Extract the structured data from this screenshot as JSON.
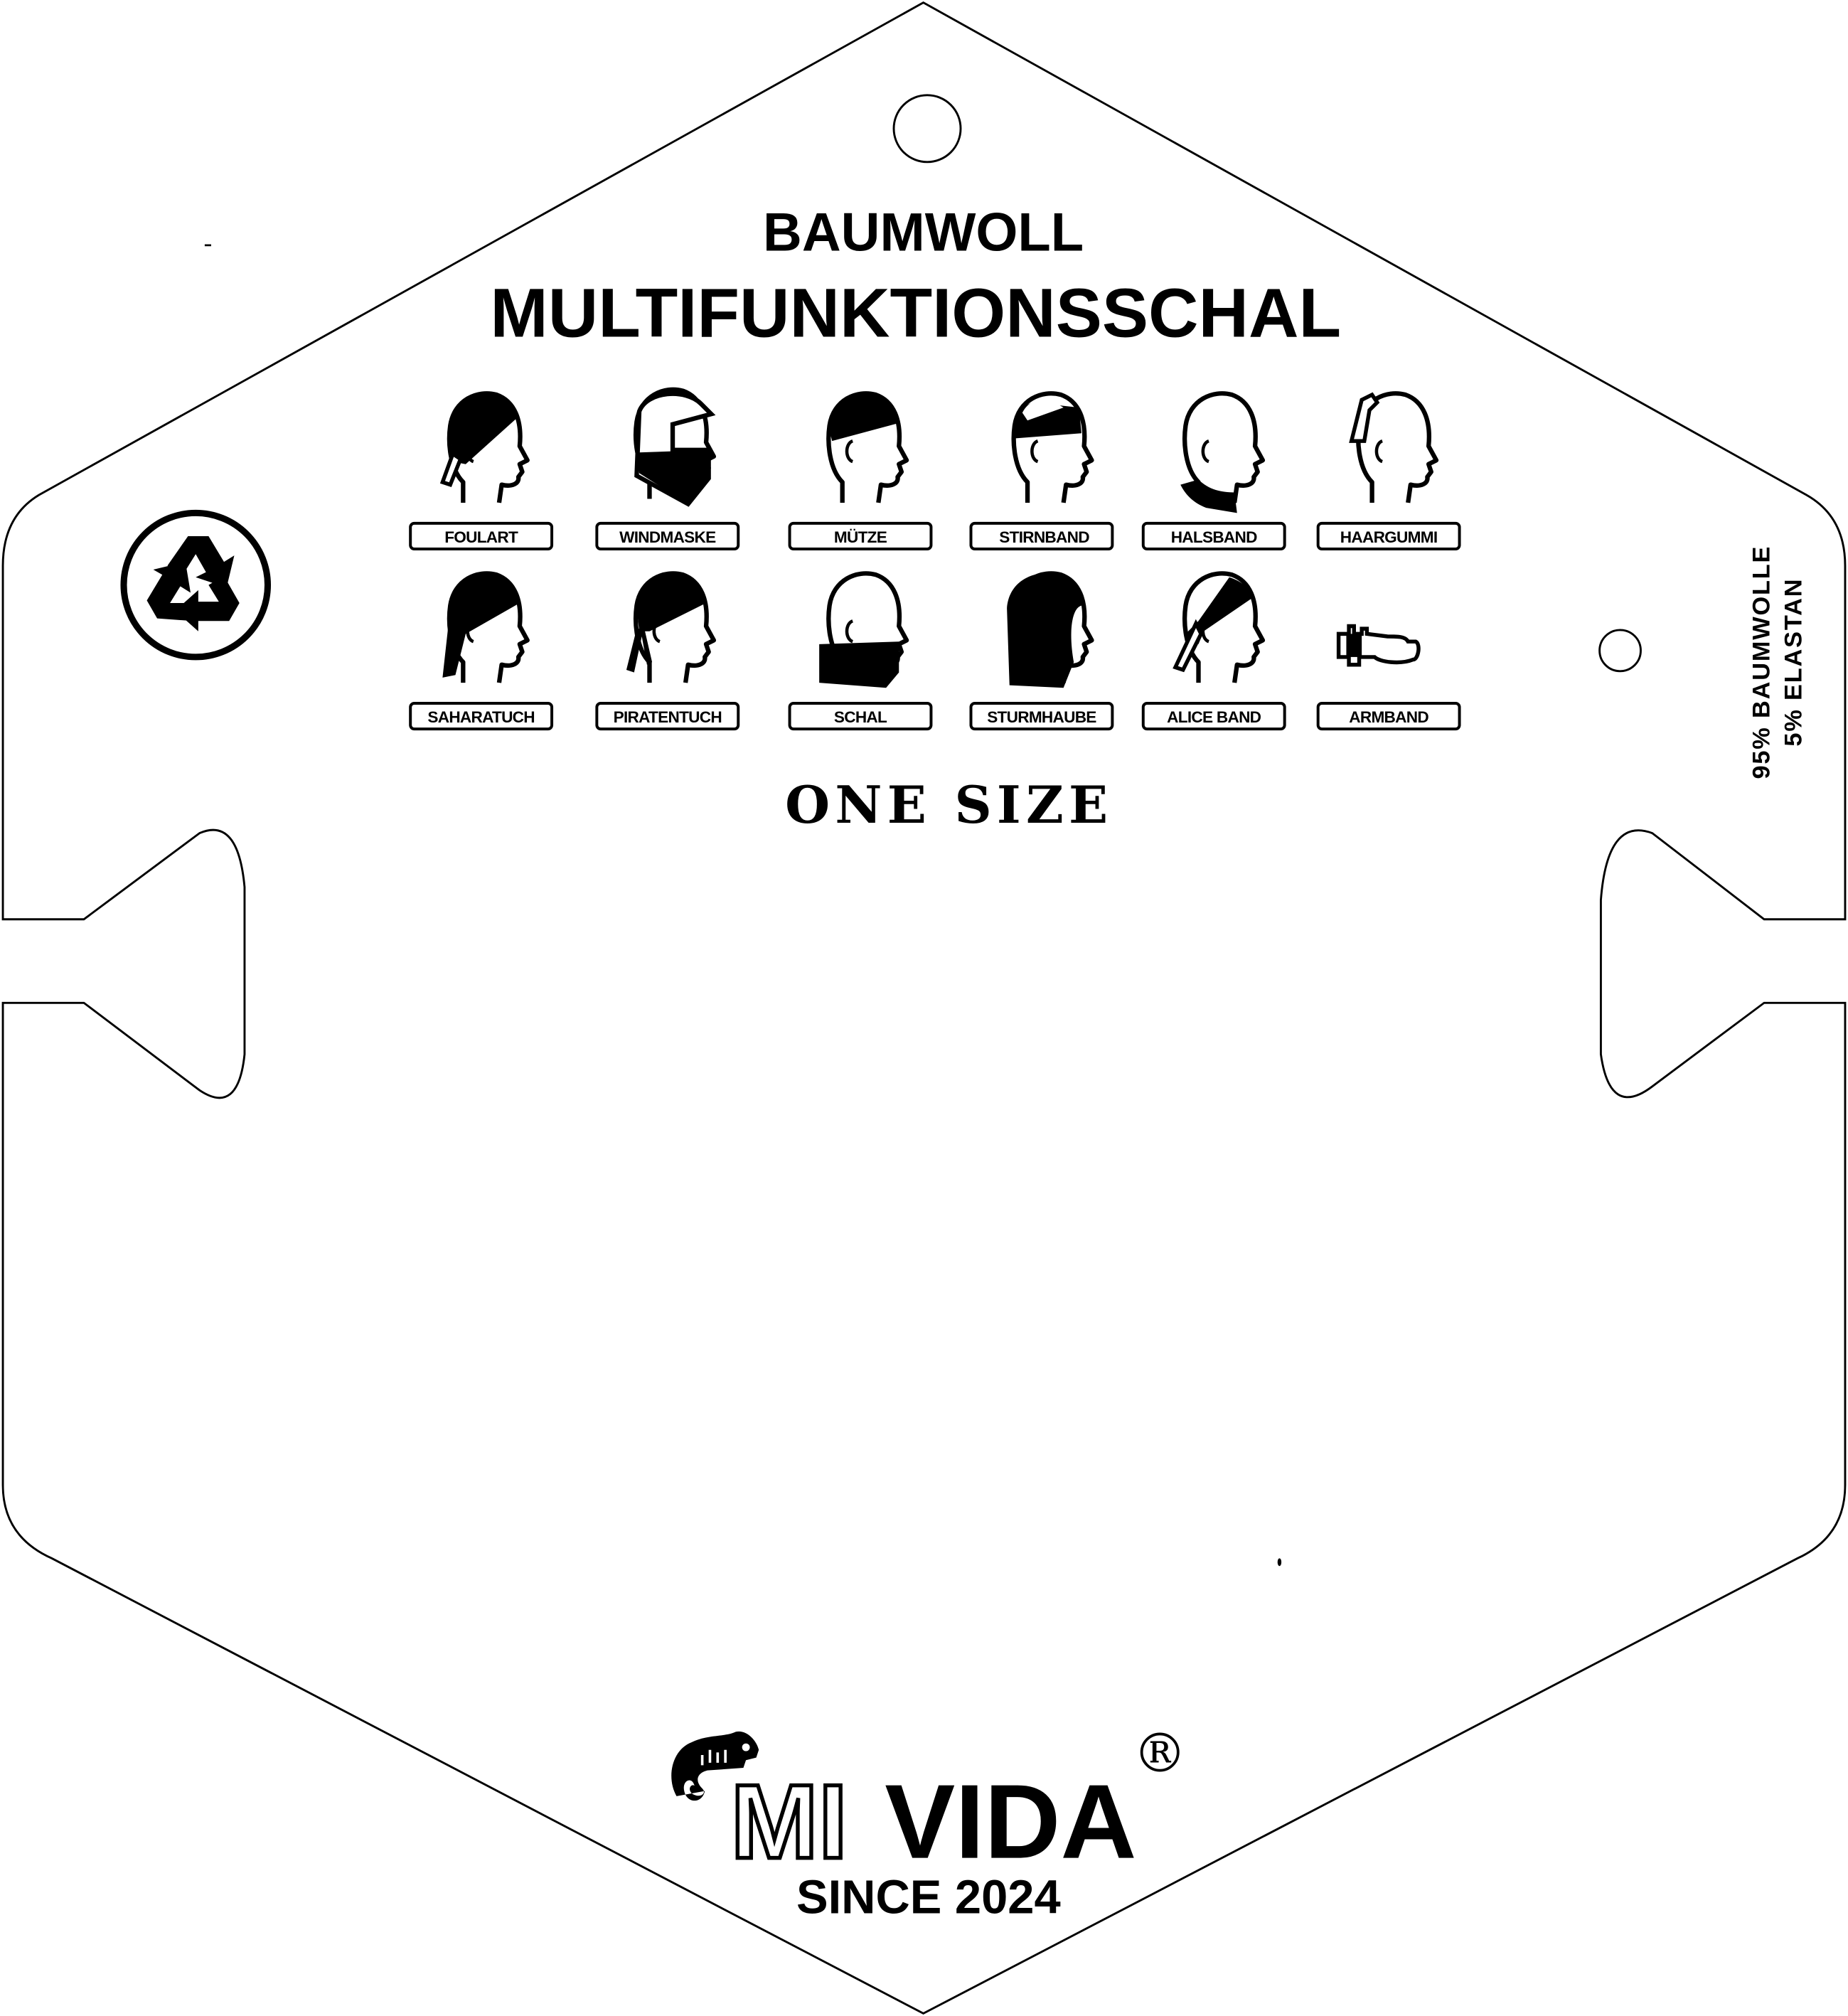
{
  "header": {
    "line1": "BAUMWOLL",
    "line2": "MULTIFUNKTIONSSCHAL"
  },
  "styles": [
    {
      "label": "FOULART",
      "icon": "foulart-icon"
    },
    {
      "label": "WINDMASKE",
      "icon": "windmaske-icon"
    },
    {
      "label": "MÜTZE",
      "icon": "muetze-icon"
    },
    {
      "label": "STIRNBAND",
      "icon": "stirnband-icon"
    },
    {
      "label": "HALSBAND",
      "icon": "halsband-icon"
    },
    {
      "label": "HAARGUMMI",
      "icon": "haargummi-icon"
    },
    {
      "label": "SAHARATUCH",
      "icon": "saharatuch-icon"
    },
    {
      "label": "PIRATENTUCH",
      "icon": "piratentuch-icon"
    },
    {
      "label": "SCHAL",
      "icon": "schal-icon"
    },
    {
      "label": "STURMHAUBE",
      "icon": "sturmhaube-icon"
    },
    {
      "label": "ALICE BAND",
      "icon": "alice-band-icon"
    },
    {
      "label": "ARMBAND",
      "icon": "armband-icon"
    }
  ],
  "size": "ONE SIZE",
  "material": {
    "line1": "95% BAUMWOLLE",
    "line2": "5% ELASTAN"
  },
  "brand": {
    "name_outline": "MI",
    "name_solid": "VIDA",
    "registered": "®",
    "since": "SINCE 2024"
  },
  "colors": {
    "ink": "#000000",
    "paper": "#ffffff"
  }
}
